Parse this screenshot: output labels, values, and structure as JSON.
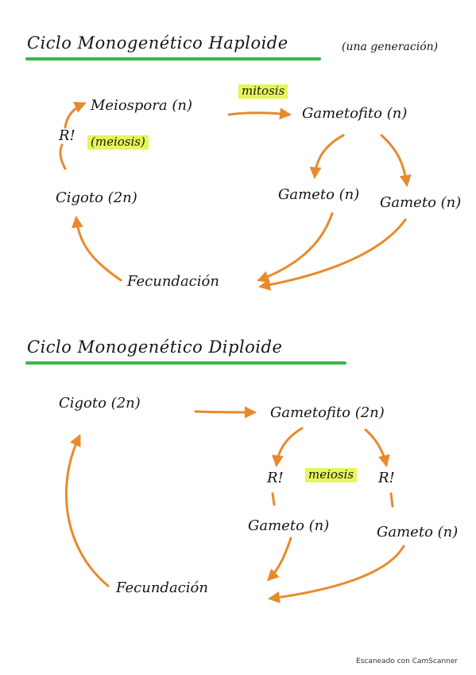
{
  "colors": {
    "ink": "#161616",
    "arrow": "#e88a2c",
    "highlight": "#e6f55a",
    "underline": "#3bb54a"
  },
  "section1": {
    "title": "Ciclo Monogenético Haploide",
    "note": "(una generación)",
    "nodes": {
      "meiospora": "Meiospora (n)",
      "gametofito": "Gametofito (n)",
      "gameto_left": "Gameto (n)",
      "gameto_right": "Gameto (n)",
      "cigoto": "Cigoto (2n)",
      "fecundacion": "Fecundación",
      "ri": "R!"
    },
    "labels": {
      "mitosis": "mitosis",
      "meiosis": "(meiosis)"
    }
  },
  "section2": {
    "title": "Ciclo Monogenético Diploide",
    "nodes": {
      "cigoto": "Cigoto (2n)",
      "gametofito": "Gametofito (2n)",
      "ri_left": "R!",
      "ri_right": "R!",
      "gameto_left": "Gameto (n)",
      "gameto_right": "Gameto (n)",
      "fecundacion": "Fecundación"
    },
    "labels": {
      "meiosis": "meiosis"
    }
  },
  "footer": "Escaneado con CamScanner"
}
